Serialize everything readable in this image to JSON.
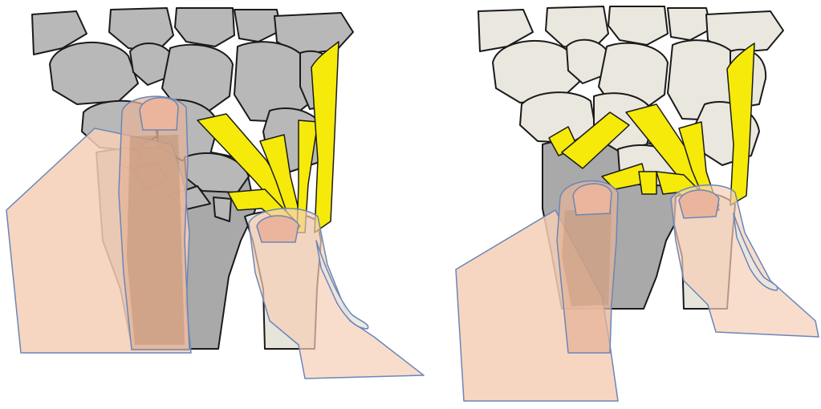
{
  "colors": {
    "bone_dark": "#b8b8b8",
    "bone_light": "#eae7de",
    "forearm_dark": "#a9a9a9",
    "ulna_light": "#e7e4da",
    "ligament": "#f5ea0a",
    "skin": "#f6cfb6",
    "skin_shadow": "#c9a386",
    "nail": "#e7b59b",
    "outline": "#1a1a1a",
    "skin_outline": "#6a86b8"
  },
  "panels": [
    {
      "id": "left",
      "bone_fill": "bone_dark"
    },
    {
      "id": "right",
      "bone_fill": "bone_light"
    }
  ]
}
